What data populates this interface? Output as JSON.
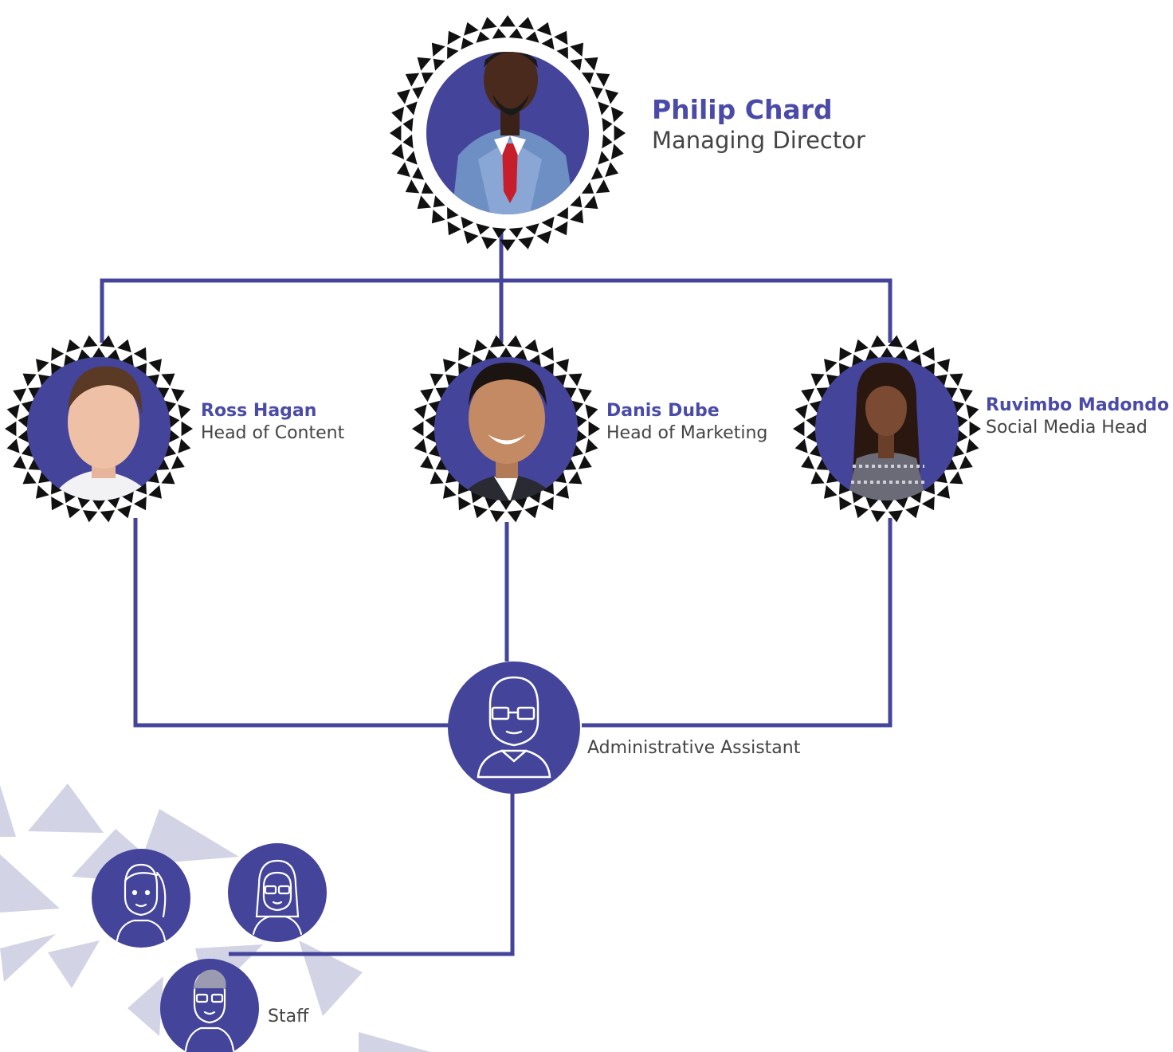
{
  "colors": {
    "accent": "#44449b",
    "text": "#444444",
    "name": "#4a4aa8",
    "decor": "#d3d3e6"
  },
  "director": {
    "name": "Philip Chard",
    "role": "Managing Director",
    "photo": "man-in-blue-suit-red-tie"
  },
  "heads": [
    {
      "name": "Ross Hagan",
      "role": "Head of Content",
      "photo": "man-smiling-white-shirt"
    },
    {
      "name": "Danis Dube",
      "role": "Head of Marketing",
      "photo": "man-smiling-dark-suit"
    },
    {
      "name": "Ruvimbo Madondo",
      "role": "Social Media Head",
      "photo": "woman-long-hair-patterned-dress"
    }
  ],
  "assistant": {
    "role": "Administrative Assistant",
    "icon": "bald-man-glasses-avatar-icon"
  },
  "staff": {
    "label": "Staff",
    "icons": [
      "woman-ponytail-avatar-icon",
      "woman-glasses-avatar-icon",
      "man-glasses-avatar-icon"
    ]
  }
}
